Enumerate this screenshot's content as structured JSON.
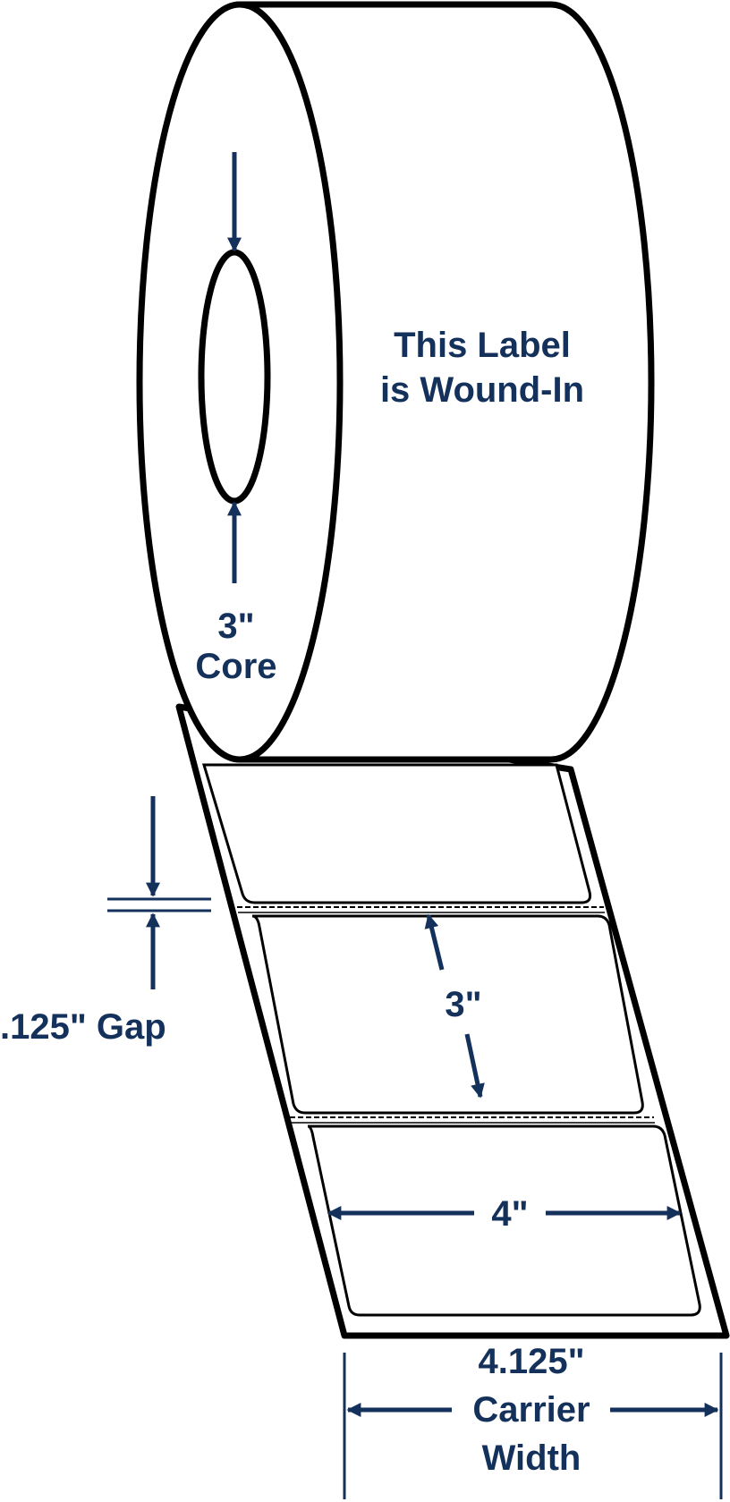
{
  "roll": {
    "wound_label_line1": "This Label",
    "wound_label_line2": "is Wound-In",
    "core_value": "3\"",
    "core_label": "Core"
  },
  "gap": {
    "label": ".125\" Gap"
  },
  "label_height": {
    "label": "3\""
  },
  "label_width": {
    "label": "4\""
  },
  "carrier": {
    "value": "4.125\"",
    "line2": "Carrier",
    "line3": "Width"
  },
  "colors": {
    "outline": "#000000",
    "accent": "#14315c",
    "background": "#ffffff"
  }
}
